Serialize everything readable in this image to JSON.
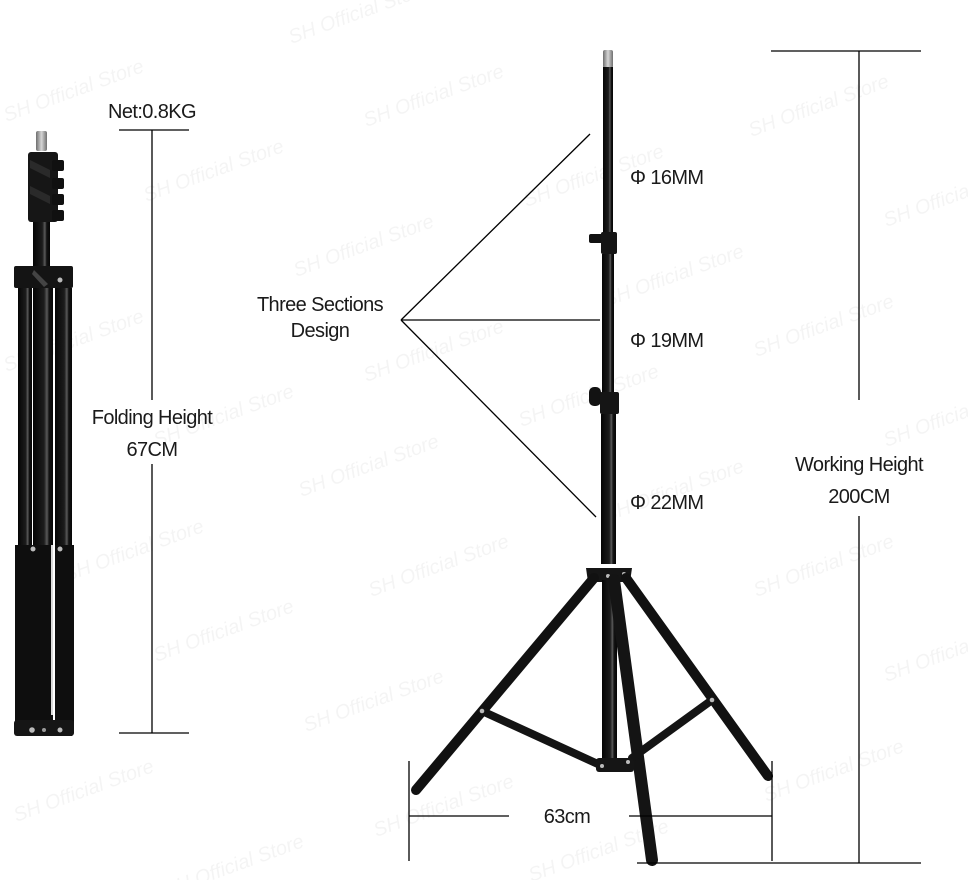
{
  "folded_stand": {
    "weight_label": "Net:0.8KG",
    "height_title": "Folding Height",
    "height_value": "67CM"
  },
  "sections": {
    "title_line1": "Three Sections",
    "title_line2": "Design",
    "diameters": [
      {
        "label": "Φ 16MM"
      },
      {
        "label": "Φ 19MM"
      },
      {
        "label": "Φ 22MM"
      }
    ]
  },
  "working": {
    "height_title": "Working Height",
    "height_value": "200CM"
  },
  "base": {
    "span_label": "63cm"
  },
  "watermark": {
    "text": "SH Official Store"
  },
  "colors": {
    "stand": "#111111",
    "line": "#000000",
    "background": "#ffffff",
    "metal_tip": "#9a9a9a"
  }
}
